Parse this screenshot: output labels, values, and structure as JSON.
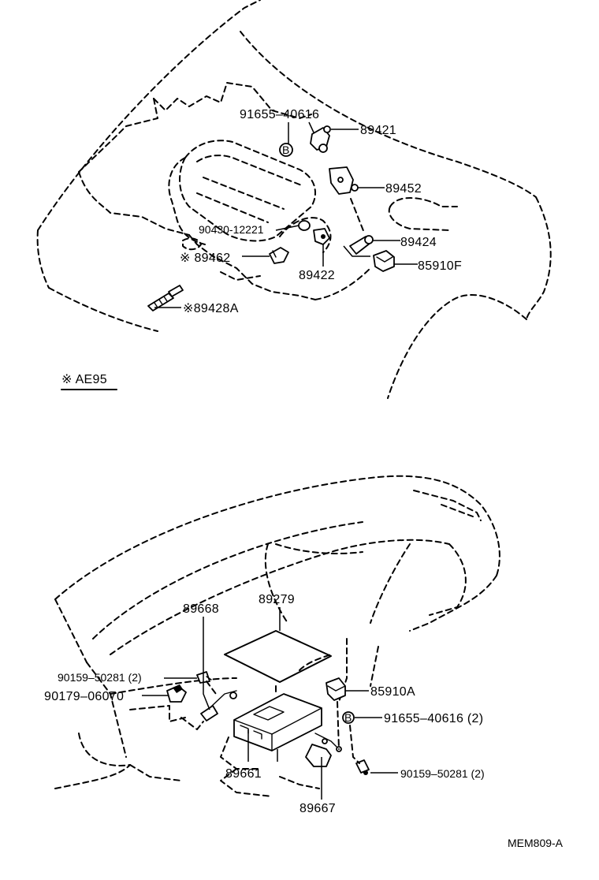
{
  "top_section": {
    "labels": {
      "p91655_top": "91655–40616",
      "p89421": "89421",
      "p89452": "89452",
      "p90430": "90430-12221",
      "p89424": "89424",
      "p89462": "※ 89462",
      "p85910F": "85910F",
      "p89422": "89422",
      "p89428A": "※89428A"
    },
    "note": "※ AE95",
    "bolt_symbol": "B"
  },
  "bottom_section": {
    "labels": {
      "p89668": "89668",
      "p89279": "89279",
      "p90159_left": "90159–50281 (2)",
      "p90179": "90179–06070",
      "p85910A": "85910A",
      "p91655_bottom": "91655–40616 (2)",
      "p90159_right": "90159–50281 (2)",
      "p89661": "89661",
      "p89667": "89667"
    },
    "bolt_symbol": "B"
  },
  "figure_id": "MEM809-A"
}
